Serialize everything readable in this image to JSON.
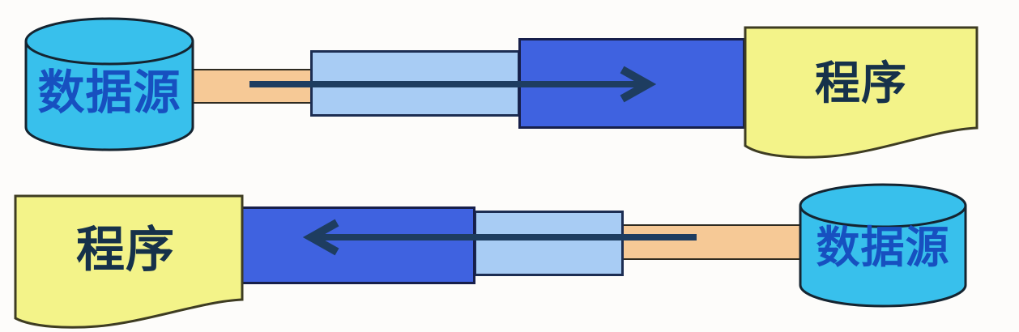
{
  "diagram": {
    "description_visible_text_only": "",
    "rows": [
      {
        "id": "top-flow",
        "source": {
          "shape": "cylinder",
          "label": "数据源"
        },
        "target": {
          "shape": "document",
          "label": "程序"
        },
        "arrow_direction": "right"
      },
      {
        "id": "bottom-flow",
        "source": {
          "shape": "cylinder",
          "label": "数据源"
        },
        "target": {
          "shape": "document",
          "label": "程序"
        },
        "arrow_direction": "left"
      }
    ],
    "colors": {
      "cylinder_fill": "#38c0ec",
      "cylinder_stroke": "#152430",
      "cylinder_text": "#1750c0",
      "document_fill": "#f3f389",
      "document_stroke": "#3e3c22",
      "document_text": "#16314a",
      "pipe_fill": "#f6c996",
      "stream_light_fill": "#a8ccf4",
      "stream_dark_fill": "#3f62e0",
      "arrow_color": "#1e3d60",
      "background": "#fdfcfa"
    }
  }
}
